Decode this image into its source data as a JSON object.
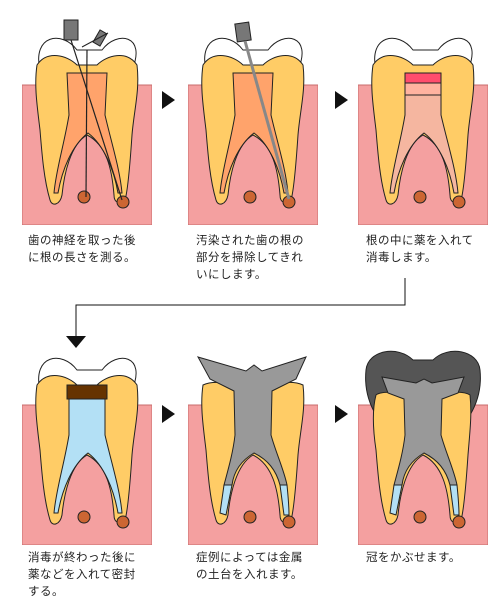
{
  "steps": [
    {
      "caption": "歯の神経を取った後\nに根の長さを測る。"
    },
    {
      "caption": "汚染された歯の根の\n部分を掃除してきれ\nいにします。"
    },
    {
      "caption": "根の中に薬を入れて\n消毒します。"
    },
    {
      "caption": "消毒が終わった後に\n薬などを入れて密封\nする。"
    },
    {
      "caption": "症例によっては金属\nの土台を入れます。"
    },
    {
      "caption": "冠をかぶせます。"
    }
  ],
  "colors": {
    "gum": "#f4a0a0",
    "gum_stroke": "#c96d6d",
    "enamel": "#ffffff",
    "dentin": "#ffcc66",
    "pulp": "#ffa36b",
    "canal_cleaned": "#f5b6a0",
    "medicine_red": "#ff4d6d",
    "medicine_pink": "#ffb3a0",
    "seal_brown": "#663300",
    "sealed_canal": "#b3e0f5",
    "metal_post": "#999999",
    "crown": "#555555",
    "apex_lesion": "#cc6633",
    "outline": "#222222"
  },
  "icons": [
    "measuring-file-icon",
    "cleaning-file-icon",
    "step-arrow-icon"
  ]
}
